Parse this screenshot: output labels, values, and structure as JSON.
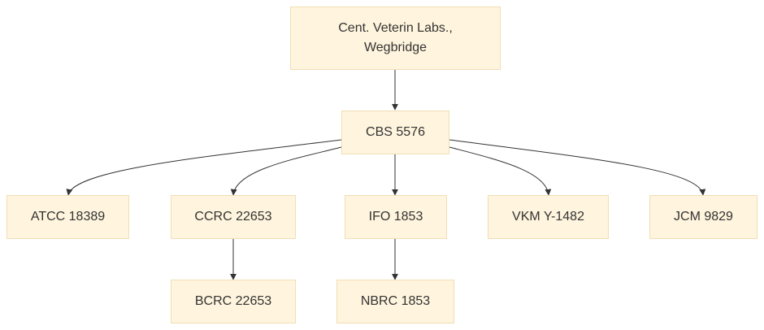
{
  "diagram": {
    "colors": {
      "node_fill": "#fff4dd",
      "node_border": "#f0dfb4",
      "text": "#333333",
      "edge": "#333333"
    },
    "nodes": {
      "root": {
        "line1": "Cent. Veterin Labs.,",
        "line2": "Wegbridge"
      },
      "cbs": {
        "label": "CBS 5576"
      },
      "atcc": {
        "label": "ATCC 18389"
      },
      "ccrc": {
        "label": "CCRC 22653"
      },
      "ifo": {
        "label": "IFO 1853"
      },
      "vkm": {
        "label": "VKM Y-1482"
      },
      "jcm": {
        "label": "JCM 9829"
      },
      "bcrc": {
        "label": "BCRC 22653"
      },
      "nbrc": {
        "label": "NBRC 1853"
      }
    },
    "edges": [
      {
        "from": "root",
        "to": "cbs"
      },
      {
        "from": "cbs",
        "to": "atcc"
      },
      {
        "from": "cbs",
        "to": "ccrc"
      },
      {
        "from": "cbs",
        "to": "ifo"
      },
      {
        "from": "cbs",
        "to": "vkm"
      },
      {
        "from": "cbs",
        "to": "jcm"
      },
      {
        "from": "ccrc",
        "to": "bcrc"
      },
      {
        "from": "ifo",
        "to": "nbrc"
      }
    ]
  }
}
